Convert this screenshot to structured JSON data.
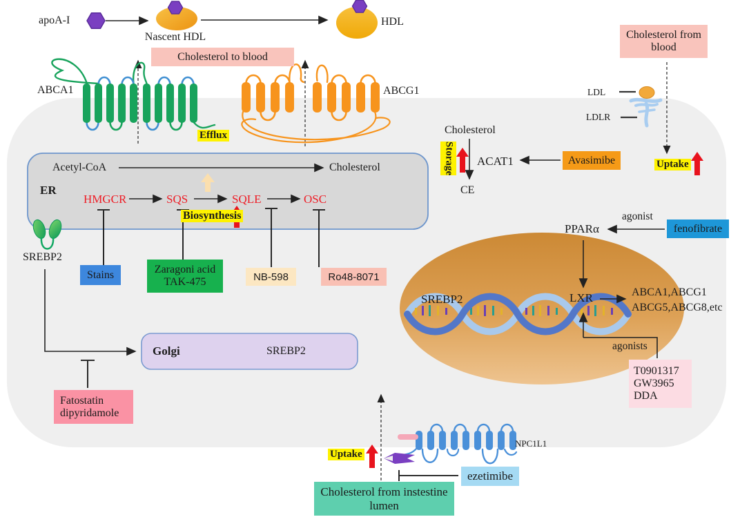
{
  "colors": {
    "yellow_highlight": "#fef200",
    "red_arrow": "#e8131d",
    "pink_box": "#f9c4bc",
    "blue_box": "#3d87dd",
    "green_box": "#17b14e",
    "cream_box": "#fce7c2",
    "salmon_box": "#f9c0b4",
    "orange_box": "#f59a17",
    "cyan_box": "#1e97d8",
    "light_blue_box": "#a5daf3",
    "teal_box": "#5ecfae",
    "pink_drug_box": "#fa92a4",
    "light_pink_box": "#fcdce3",
    "lavender_box": "#ded2ee",
    "er_fill": "#d8d8d8",
    "cell_fill": "#efefef",
    "enzyme_red": "#ee1c25",
    "green_protein": "#18a35c",
    "orange_protein": "#f7941d",
    "blue_protein": "#4a90d9",
    "purple_ligand": "#7a3fc1",
    "gold_hdl": "#f5b301"
  },
  "hdl_pathway": {
    "apoa1": "apoA-I",
    "nascent_hdl": "Nascent HDL",
    "hdl": "HDL",
    "cholesterol_to_blood": "Cholesterol to blood",
    "abca1": "ABCA1",
    "abcg1": "ABCG1",
    "efflux": "Efflux"
  },
  "er": {
    "label": "ER",
    "substrate": "Acetyl-CoA",
    "product": "Cholesterol",
    "enzyme_1": "HMGCR",
    "enzyme_2": "SQS",
    "enzyme_3": "SQLE",
    "enzyme_4": "OSC",
    "biosynthesis": "Biosynthesis"
  },
  "inhibitors": {
    "hmgcr_inhibitor": "Stains",
    "sqs_inhibitor_line1": "Zaragoni acid",
    "sqs_inhibitor_line2": "TAK-475",
    "sqle_inhibitor": "NB-598",
    "osc_inhibitor": "Ro48-8071"
  },
  "srebp": {
    "er_srebp2": "SREBP2",
    "golgi": "Golgi",
    "golgi_srebp2": "SREBP2",
    "inhibitor_line1": "Fatostatin",
    "inhibitor_line2": "dipyridamole"
  },
  "storage": {
    "cholesterol": "Cholesterol",
    "enzyme": "ACAT1",
    "product": "CE",
    "label": "Storage",
    "inhibitor": "Avasimibe"
  },
  "uptake_blood": {
    "source_line1": "Cholesterol from",
    "source_line2": "blood",
    "ldl": "LDL",
    "ldlr": "LDLR",
    "uptake": "Uptake"
  },
  "nucleus": {
    "srebp2": "SREBP2",
    "lxr": "LXR",
    "ppara": "PPARα",
    "agonist": "agonist",
    "ppara_agonist": "fenofibrate",
    "lxr_targets_line1": "ABCA1,ABCG1",
    "lxr_targets_line2": "ABCG5,ABCG8,etc",
    "agonists": "agonists",
    "lxr_agonist_1": "T0901317",
    "lxr_agonist_2": "GW3965",
    "lxr_agonist_3": "DDA"
  },
  "uptake_intestine": {
    "uptake": "Uptake",
    "transporter": "NPC1L1",
    "inhibitor": "ezetimibe",
    "source_line1": "Cholesterol from instestine",
    "source_line2": "lumen"
  }
}
